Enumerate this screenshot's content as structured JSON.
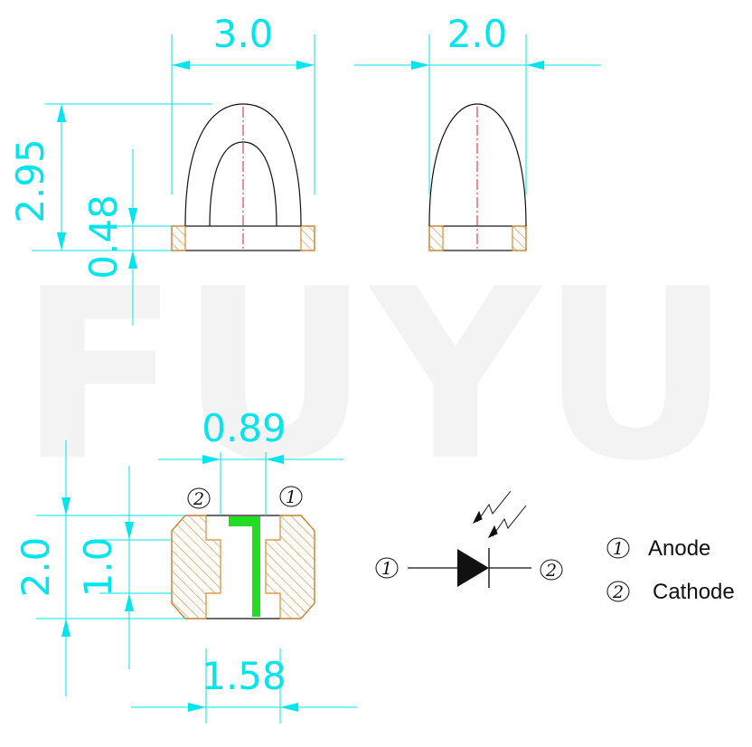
{
  "watermark": "FUYU",
  "dimensions": {
    "top_width": "3.0",
    "side_width": "2.0",
    "total_height": "2.95",
    "base_height": "0.48",
    "pad_gap": "0.89",
    "body_height": "2.0",
    "pad_height": "1.0",
    "body_width": "1.58"
  },
  "pins": {
    "pin1": "1",
    "pin2": "2"
  },
  "legend": [
    {
      "num": "1",
      "label": "Anode"
    },
    {
      "num": "2",
      "label": "Cathode"
    }
  ],
  "colors": {
    "dimension": "#00e5ee",
    "hatch": "#d98a2b",
    "centerline": "#d42020",
    "polarity_mark": "#22dd22",
    "outline": "#111111"
  }
}
